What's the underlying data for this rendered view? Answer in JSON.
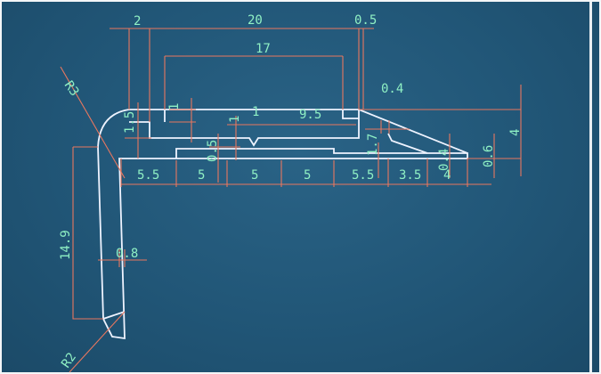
{
  "drawing": {
    "colors": {
      "background": "#215677",
      "outline": "#eef3ff",
      "dimension_line": "#e8775f",
      "dimension_text": "#8ff0c4"
    },
    "labels": {
      "top_2": "2",
      "top_20": "20",
      "top_0_5": "0.5",
      "inner_17": "17",
      "radius_r3": "R3",
      "flange_1": "1",
      "flange_1_5": "1.5",
      "step_1a": "1",
      "step_1b": "1",
      "span_9_5": "9.5",
      "step_0_5": "0.5",
      "gap_0_4": "0.4",
      "height_1_7": "1.7",
      "lip_0_4": "0.4",
      "lip_0_6": "0.6",
      "height_4": "4",
      "base_5_5a": "5.5",
      "base_5a": "5",
      "base_5b": "5",
      "base_5c": "5",
      "base_5_5b": "5.5",
      "base_3_5": "3.5",
      "base_4": "4",
      "leg_14_9": "14.9",
      "leg_0_8": "0.8",
      "radius_r2": "R2"
    }
  }
}
